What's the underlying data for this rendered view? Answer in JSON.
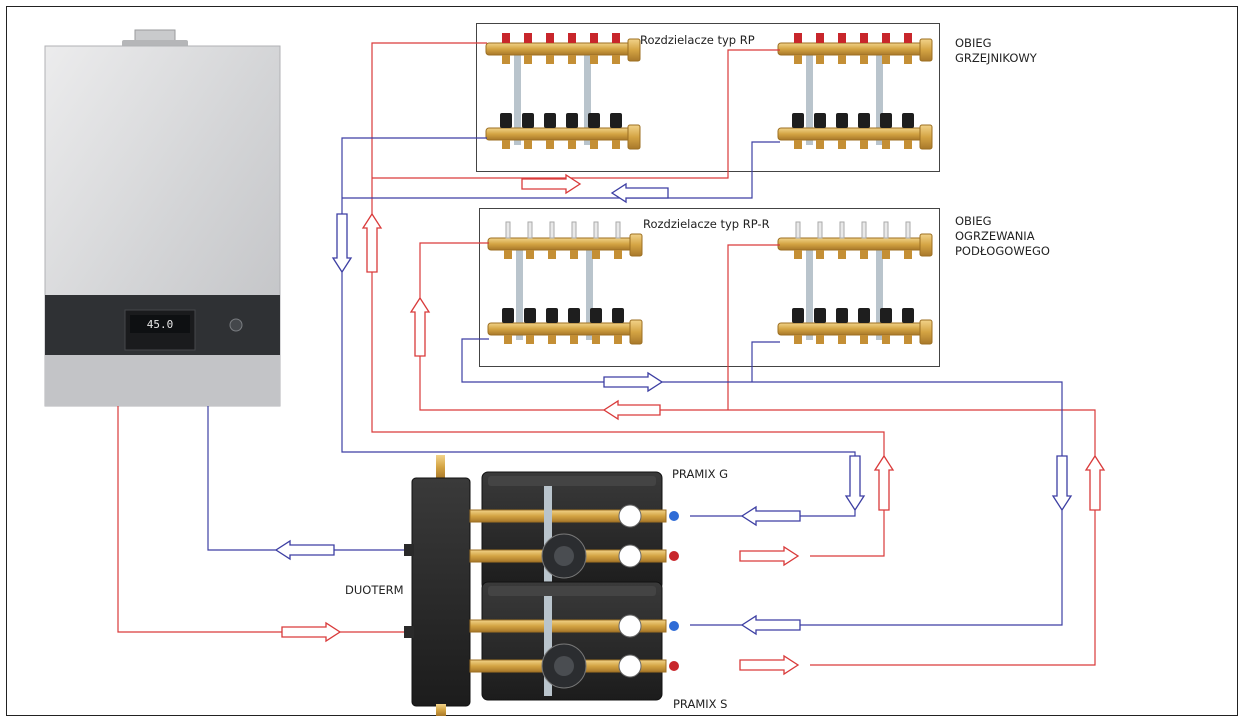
{
  "labels": {
    "rp": "Rozdzielacze typ RP",
    "rpr": "Rozdzielacze typ RP-R",
    "obieg_grzejnikowy": "OBIEG\nGRZEJNIKOWY",
    "obieg_podlogowy": "OBIEG\nOGRZEWANIA\nPODŁOGOWEGO",
    "pramix_g": "PRAMIX  G",
    "pramix_s": "PRAMIX  S",
    "duoterm": "DUOTERM"
  },
  "boiler": {
    "display": "45.0"
  },
  "colors": {
    "supply": "#d93a3a",
    "return": "#3d3fa3",
    "brass": "#d8ac4e",
    "insulation": "#2a2a2a",
    "boiler_body": "#d7d8da",
    "boiler_panel": "#2f3134"
  }
}
